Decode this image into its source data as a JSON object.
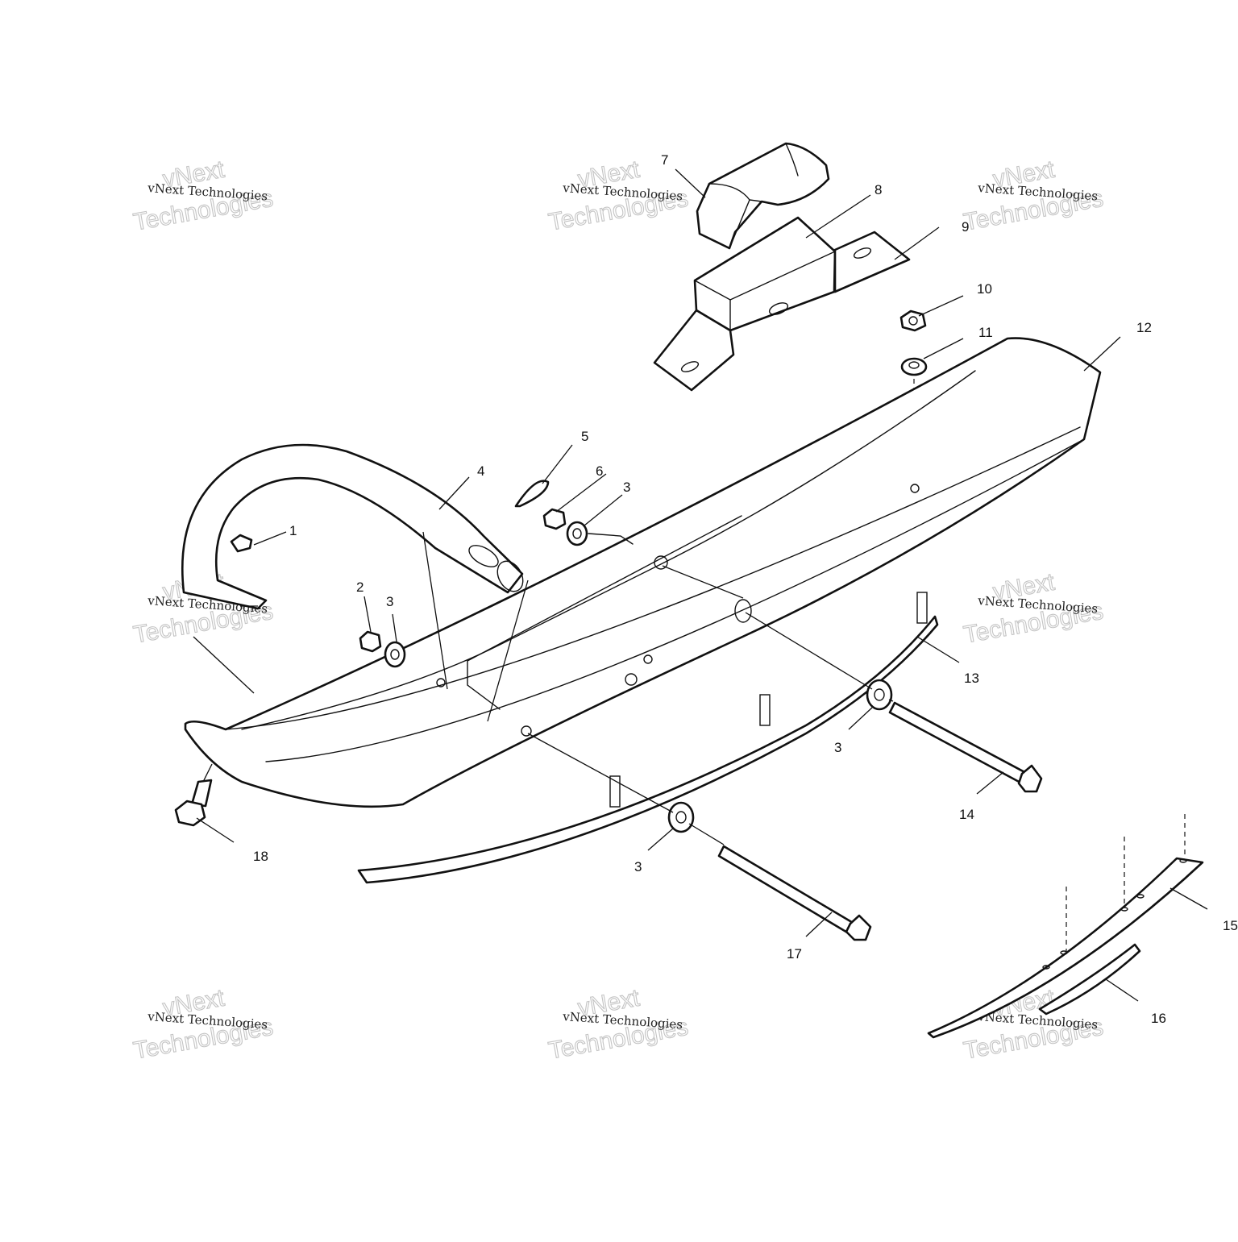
{
  "callouts": [
    {
      "id": "c1",
      "text": "1"
    },
    {
      "id": "c2",
      "text": "2"
    },
    {
      "id": "c3a",
      "text": "3"
    },
    {
      "id": "c4",
      "text": "4"
    },
    {
      "id": "c5",
      "text": "5"
    },
    {
      "id": "c6",
      "text": "6"
    },
    {
      "id": "c3b",
      "text": "3"
    },
    {
      "id": "c7",
      "text": "7"
    },
    {
      "id": "c8",
      "text": "8"
    },
    {
      "id": "c9",
      "text": "9"
    },
    {
      "id": "c10",
      "text": "10"
    },
    {
      "id": "c11",
      "text": "11"
    },
    {
      "id": "c12",
      "text": "12"
    },
    {
      "id": "c13",
      "text": "13"
    },
    {
      "id": "c3c",
      "text": "3"
    },
    {
      "id": "c14",
      "text": "14"
    },
    {
      "id": "c3d",
      "text": "3"
    },
    {
      "id": "c17",
      "text": "17"
    },
    {
      "id": "c18",
      "text": "18"
    },
    {
      "id": "c15",
      "text": "15"
    },
    {
      "id": "c16",
      "text": "16"
    }
  ],
  "watermark": {
    "line1": "vNext Technologies",
    "line2": "vNext",
    "line3": "Technologies"
  }
}
